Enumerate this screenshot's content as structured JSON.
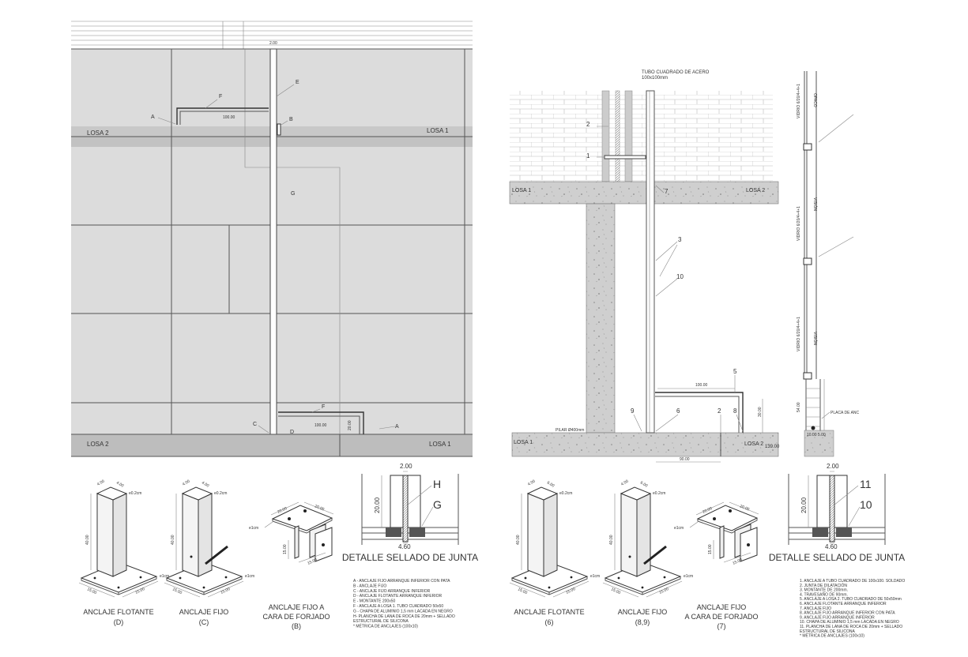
{
  "elevation": {
    "losa_left_top": "LOSA 2",
    "losa_right_top": "LOSA 1",
    "losa_left_bottom": "LOSA 2",
    "losa_right_bottom": "LOSA 1",
    "dim_top": "2.00",
    "dim_anchor_top": "100.00",
    "dim_anchor_bottom": "100.00",
    "dim_small": "20.00",
    "labels": {
      "A_top": "A",
      "F_top": "F",
      "E": "E",
      "B": "B",
      "G": "G",
      "C": "C",
      "D": "D",
      "F_bottom": "F",
      "A_bottom": "A"
    }
  },
  "section": {
    "title_line1": "TUBO CUADRADO DE ACERO",
    "title_line2": "100x100mm",
    "losa1_top": "LOSA 1",
    "losa2_top": "LOSA 2",
    "losa1_bottom": "LOSA 1",
    "losa2_bottom": "LOSA 2",
    "pilar": "PILAR Ø400mm",
    "dim_100": "100.00",
    "dim_90": "90.00",
    "dim_139": "139.00",
    "dim_30": "30.00",
    "labels": {
      "n2a": "2",
      "n1": "1",
      "n7": "7",
      "n3": "3",
      "n10": "10",
      "n5": "5",
      "n9": "9",
      "n6": "6",
      "n2b": "2",
      "n8": "8"
    }
  },
  "facade_section": {
    "glass1": "VIDRIO 6/20/4+4+1",
    "glass2": "VIDRIO 6/20/4+4+1",
    "glass3": "VIDRIO 6/20/4+4+1",
    "opaco": "OPACO",
    "vision1": "VISIÓN",
    "vision2": "VISIÓN",
    "placa": "PLACA DE ANC",
    "dim_54": "54.00",
    "dim_base": "10.00 5.00"
  },
  "anchors_left": [
    {
      "title": "ANCLAJE FLOTANTE",
      "code": "(D)",
      "w1": "4.00",
      "w2": "4.00",
      "thick": "e0.2cm",
      "height": "40.00",
      "plate": "e1cm",
      "p1": "15.00",
      "p2": "15.00"
    },
    {
      "title": "ANCLAJE FIJO",
      "code": "(C)",
      "w1": "4.00",
      "w2": "4.00",
      "thick": "e0.2cm",
      "height": "40.00",
      "plate": "e1cm",
      "p1": "15.00",
      "p2": "15.00"
    },
    {
      "title_line1": "ANCLAJE FIJO A",
      "title_line2": "CARA DE  FORJADO",
      "code": "(B)",
      "d1": "20.00",
      "d2": "20.00",
      "plate": "e1cm",
      "h": "15.00",
      "w": "15.00"
    }
  ],
  "anchors_right": [
    {
      "title": "ANCLAJE FLOTANTE",
      "code": "(6)",
      "w1": "4.00",
      "w2": "6.00",
      "thick": "e0.2cm",
      "height": "40.00",
      "plate": "e1cm",
      "p1": "15.00",
      "p2": "15.00"
    },
    {
      "title": "ANCLAJE FIJO",
      "code": "(8,9)",
      "w1": "4.00",
      "w2": "6.00",
      "thick": "e0.2cm",
      "height": "40.00",
      "plate": "e1cm",
      "p1": "15.00",
      "p2": "15.00"
    },
    {
      "title_line1": "ANCLAJE FIJO",
      "title_line2": "A CARA DE FORJADO",
      "code": "(7)",
      "d1": "20.00",
      "d2": "20.00",
      "plate": "e1cm",
      "h": "15.00",
      "w": "15.00"
    }
  ],
  "detail_left": {
    "title": "DETALLE SELLADO DE JUNTA",
    "top": "2.00",
    "height": "20.00",
    "bottom": "4.60",
    "l1": "H",
    "l2": "G"
  },
  "detail_right": {
    "title": "DETALLE SELLADO DE JUNTA",
    "top": "2.00",
    "height": "20.00",
    "bottom": "4.60",
    "l1": "11",
    "l2": "10"
  },
  "legend_left": [
    "A - ANCLAJE FIJO ARRANQUE INFERIOR CON PATA",
    "B - ANCLAJE FIJO",
    "C - ANCLAJE FIJO ARRANQUE INFERIOR",
    "D - ANCLAJE FLOTANTE ARRANQUE INFERIOR",
    "E - MONTANTE 200x50",
    "F - ANCLAJE A LOSA 1. TUBO CUADRADO 50x50",
    "G - CHAPA DE ALUMINIO 1,5 mm LACADA EN NEGRO",
    "H- PLANCHA DE LANA DE ROCA DE 20mm + SELLADO",
    "    ESTRUCTURAL DE SILICONA",
    "* MÉTRICA DE ANCLAJES (100x10)"
  ],
  "legend_right": [
    "1. ANCLAJE A TUBO CUADRADO DE 100x100. SOLDADO",
    "2. JUNTA DE DILATACIÓN",
    "3. MONTANTE DE 200mm.",
    "4. TRAVESAÑO DE 90mm.",
    "5. ANCLAJE A LOSA 2. TUBO CUADRADO DE 50x50mm",
    "6. ANCLAJE FLOTANTE ARRANQUE INFERIOR",
    "7. ANCLAJE FIJO",
    "8. ANCLAJE FIJO ARRANQUE INFERIOR CON PATA",
    "9. ANCLAJE FIJO ARRANQUE INFERIOR",
    "10. CHAPA DE ALUMINIO 1,5 mm LACADA EN NEGRO",
    "11. PLANCHA DE LANA DE ROCA DE 20mm + SELLADO",
    "    ESTRUCTURAL DE SILICONA",
    "* MÉTRICA DE ANCLAJES (100x10)"
  ]
}
